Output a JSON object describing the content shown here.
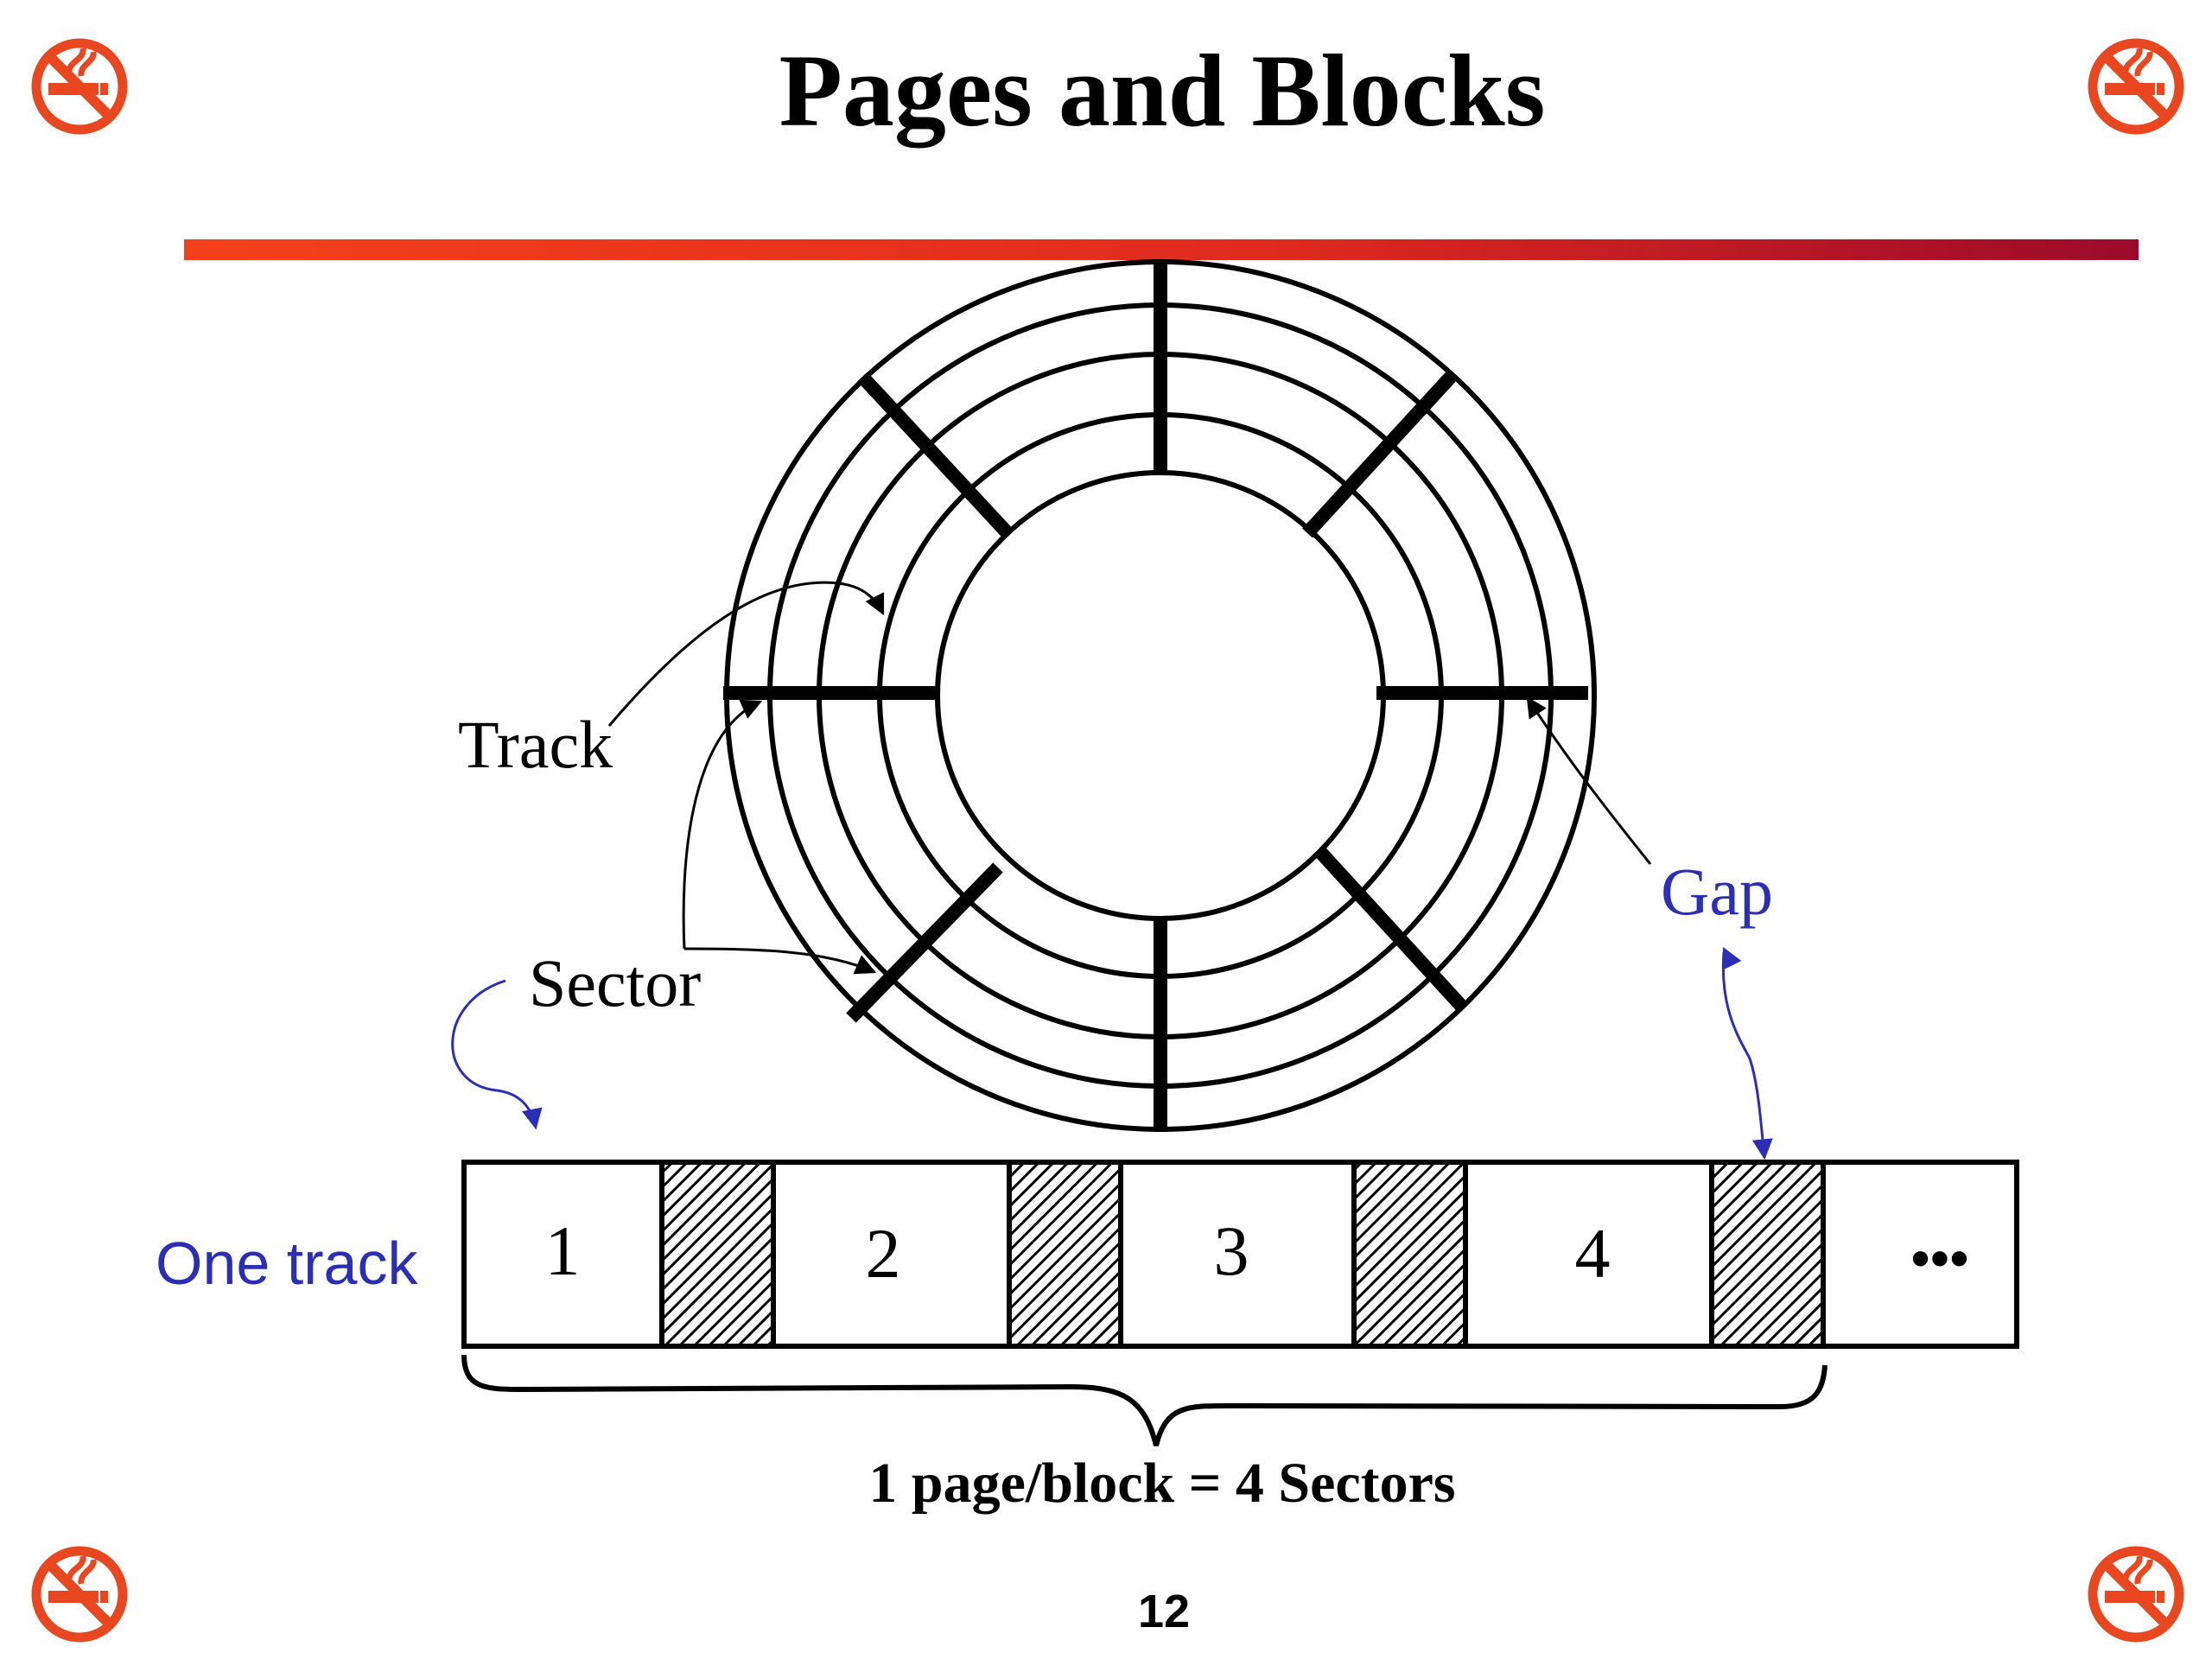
{
  "slide": {
    "title": "Pages and Blocks",
    "page_number": "12"
  },
  "diagram": {
    "labels": {
      "track": "Track",
      "sector": "Sector",
      "gap": "Gap",
      "one_track": "One track",
      "caption": "1 page/block = 4 Sectors"
    },
    "track_strip": {
      "sector_numbers": [
        "1",
        "2",
        "3",
        "4"
      ],
      "ellipsis": "•••"
    },
    "disk": {
      "track_count": 4,
      "sector_count": 8
    }
  },
  "decorations": {
    "corner_icon": "no-smoking-icon"
  },
  "colors": {
    "rule_start": "#f4401a",
    "rule_end": "#9c0a2a",
    "annotation_blue": "#2b2fb5",
    "icon_red": "#e8471f"
  }
}
